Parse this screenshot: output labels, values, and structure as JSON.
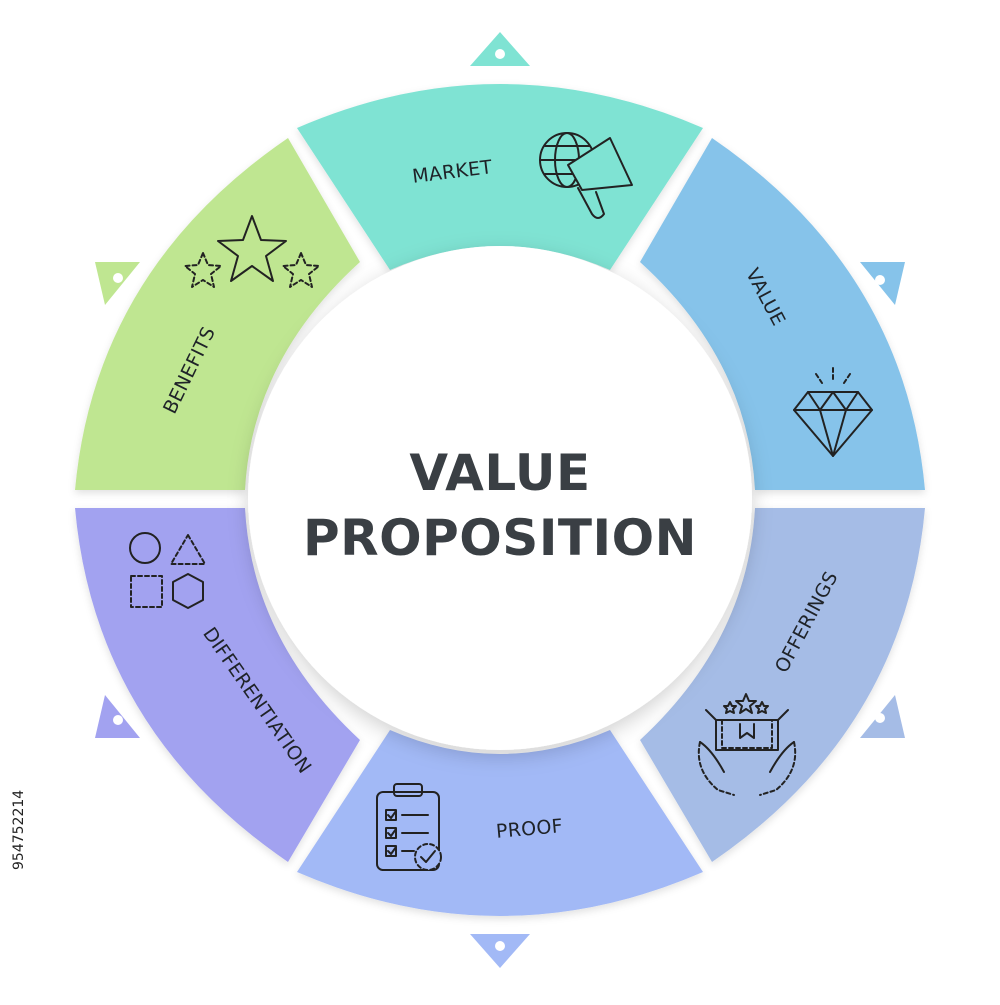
{
  "title": {
    "line1": "VALUE",
    "line2": "PROPOSITION"
  },
  "segments": [
    {
      "label": "MARKET",
      "color": "#7fe3d3",
      "icon": "megaphone-globe-icon"
    },
    {
      "label": "VALUE",
      "color": "#86c3ea",
      "icon": "diamond-icon"
    },
    {
      "label": "OFFERINGS",
      "color": "#a5bce6",
      "icon": "gift-box-hands-icon"
    },
    {
      "label": "PROOF",
      "color": "#a2b9f6",
      "icon": "clipboard-checklist-icon"
    },
    {
      "label": "DIFFERENTIATION",
      "color": "#a2a2f0",
      "icon": "shapes-icon"
    },
    {
      "label": "BENEFITS",
      "color": "#bfe691",
      "icon": "stars-icon"
    }
  ],
  "stock_id": "954752214"
}
